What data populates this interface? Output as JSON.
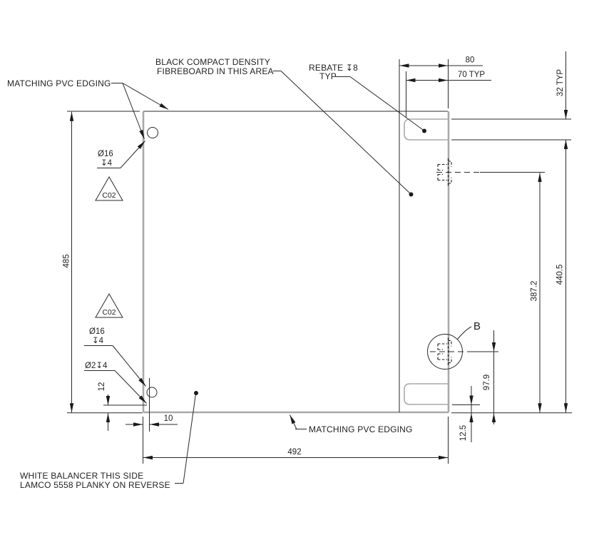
{
  "drawing": {
    "colors": {
      "background": "#ffffff",
      "line": "#2a2a2a",
      "edging": "#a9a9a9",
      "text": "#222222"
    },
    "labels": {
      "pvc_edging_top": "MATCHING PVC EDGING",
      "fibreboard_l1": "BLACK COMPACT DENSITY",
      "fibreboard_l2": "FIBREBOARD IN THIS AREA",
      "rebate_l1": "REBATE ↧8",
      "rebate_l2": "TYP",
      "pvc_edging_bottom": "MATCHING PVC EDGING",
      "balancer_l1": "WHITE BALANCER THIS SIDE",
      "balancer_l2": "LAMCO 5558 PLANKY ON REVERSE",
      "detail_b": "B"
    },
    "callouts": {
      "hole16_top_dia": "Ø16",
      "hole16_top_depth": "↧4",
      "hole16_bottom_dia": "Ø16",
      "hole16_bottom_depth": "↧4",
      "hole2_bottom": "Ø2↧4",
      "edge_code_top": "C02",
      "edge_code_bottom": "C02"
    },
    "dimensions": {
      "panel_height": "485",
      "panel_width": "492",
      "strip_offset": "80",
      "rebate_depth": "70 TYP",
      "rebate_height": "32 TYP",
      "rebate_to_bottom": "440.5",
      "cam_top_to_bottom": "387.2",
      "cam_bottom_to_bottom": "97.9",
      "slot_to_bottom": "12.5",
      "hole_offset_x": "10",
      "hole_offset_y": "12"
    }
  }
}
